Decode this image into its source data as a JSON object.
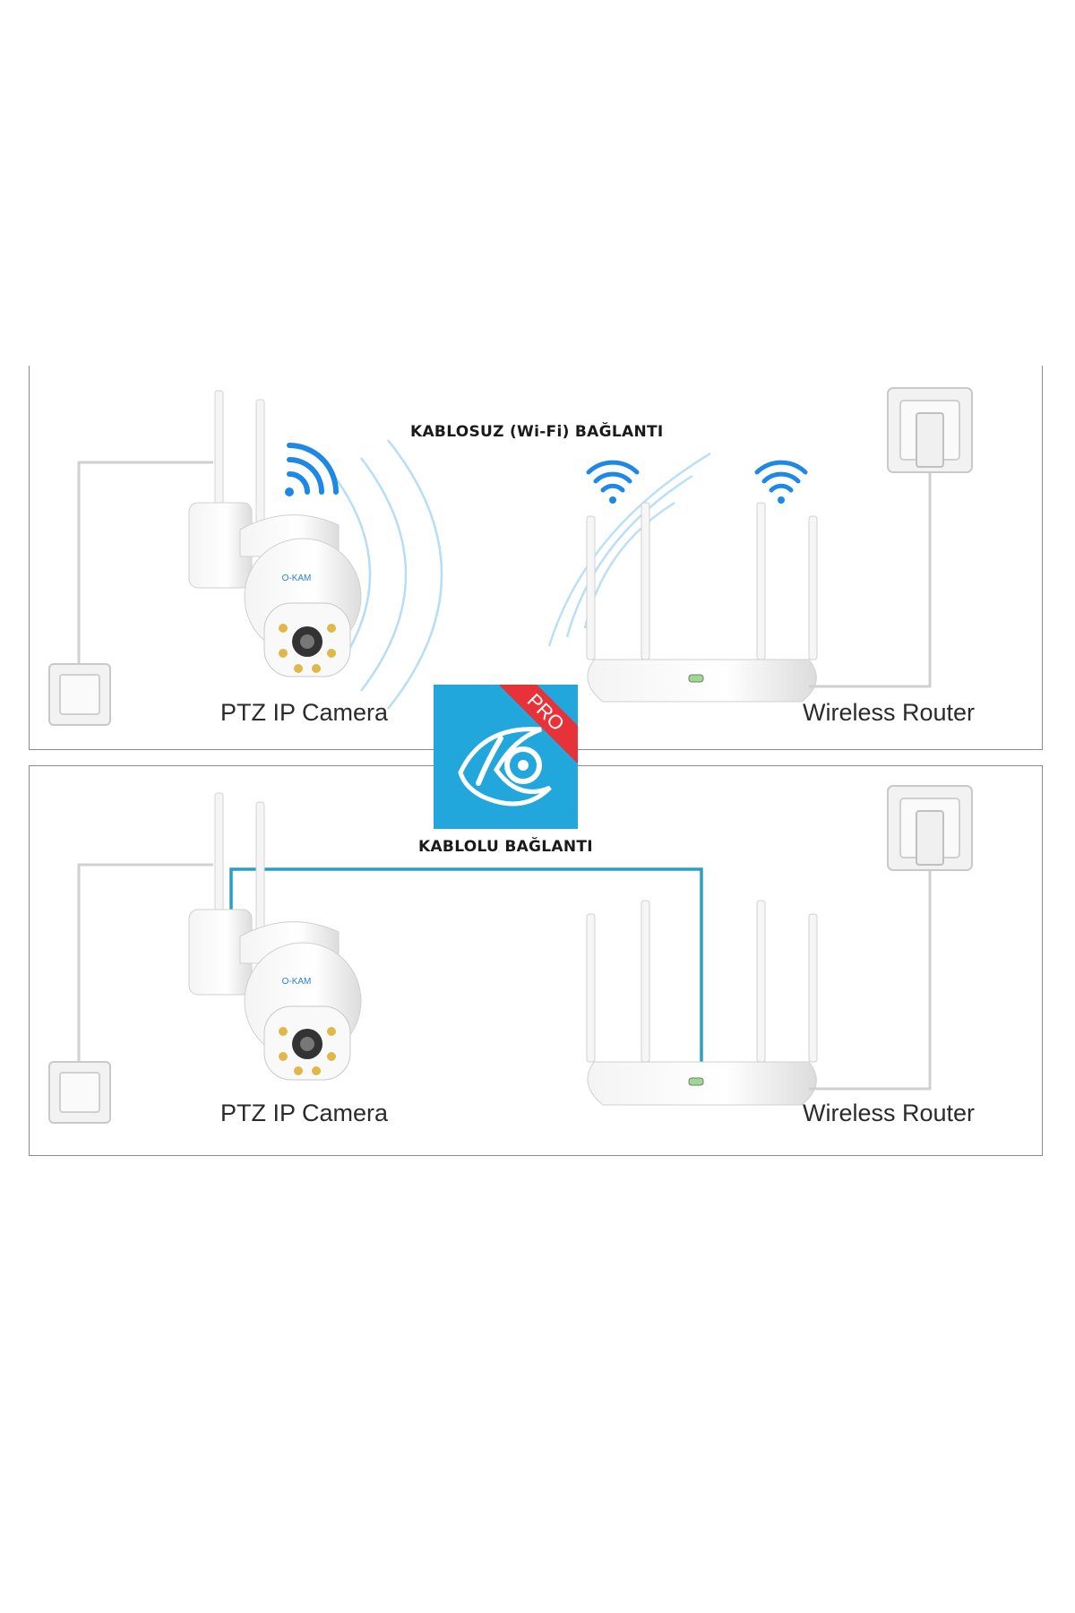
{
  "wireless_panel": {
    "heading": "KABLOSUZ (Wi-Fi) BAĞLANTI",
    "camera_label": "PTZ IP Camera",
    "router_label": "Wireless Router",
    "camera_brand": "O-KAM"
  },
  "wired_panel": {
    "heading": "KABLOLU BAĞLANTI",
    "camera_label": "PTZ IP Camera",
    "router_label": "Wireless Router",
    "camera_brand": "O-KAM"
  },
  "app_logo": {
    "badge": "PRO"
  },
  "colors": {
    "wifi_blue": "#1e88e5",
    "cable_blue": "#2a9fc4",
    "app_bg": "#22a7dd",
    "ribbon_red": "#e8323a",
    "border": "#8a8a8a"
  },
  "icons": [
    "wifi-icon",
    "power-socket-icon",
    "camera-icon",
    "router-icon",
    "app-logo-icon"
  ]
}
